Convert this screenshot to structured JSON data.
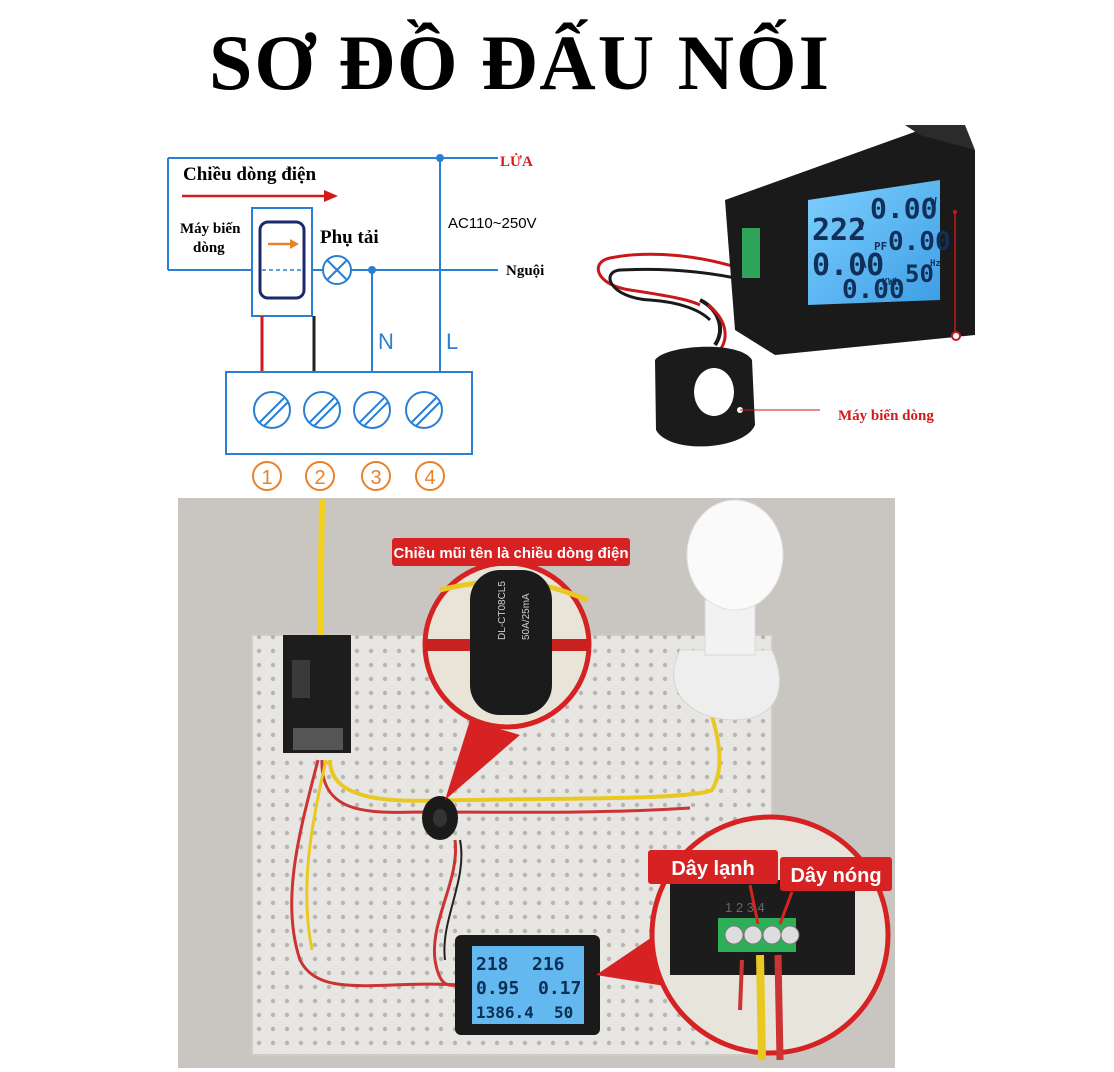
{
  "title": "SƠ ĐỒ ĐẤU NỐI",
  "schematic": {
    "current_direction": "Chiều dòng điện",
    "ct_label_line1": "Máy biến",
    "ct_label_line2": "dòng",
    "load": "Phụ tải",
    "live": "LỬA",
    "neutral": "Nguội",
    "voltage": "AC110~250V",
    "n": "N",
    "l": "L",
    "terminals": [
      "1",
      "2",
      "3",
      "4"
    ]
  },
  "product": {
    "lcd_voltage": "222",
    "lcd_voltage_unit": "V",
    "lcd_power": "0.00",
    "lcd_power_unit": "W",
    "lcd_current": "0.00",
    "lcd_current_unit": "A",
    "lcd_pf_label": "PF",
    "lcd_pf": "0.00",
    "lcd_energy": "0.00",
    "lcd_energy_unit": "KWh",
    "lcd_freq": "50",
    "lcd_freq_unit": "Hz",
    "ct_callout": "Máy biến dòng"
  },
  "photo": {
    "arrow_note": "Chiều mũi tên là chiều dòng điện",
    "cold_wire": "Dây lạnh",
    "hot_wire": "Dây nóng",
    "meter_row1a": "218",
    "meter_row1b": "216",
    "meter_row2a": "0.95",
    "meter_row2b": "0.17",
    "meter_row3a": "1386.4",
    "meter_row3b": "50",
    "zoom_terminals": "1 2 3 4"
  },
  "colors": {
    "schematic_blue": "#2a7fd4",
    "live_red": "#d41a1a",
    "terminal_orange": "#e8822a",
    "lcd_blue": "#4aa8e8",
    "board": "#e8e6e2"
  }
}
